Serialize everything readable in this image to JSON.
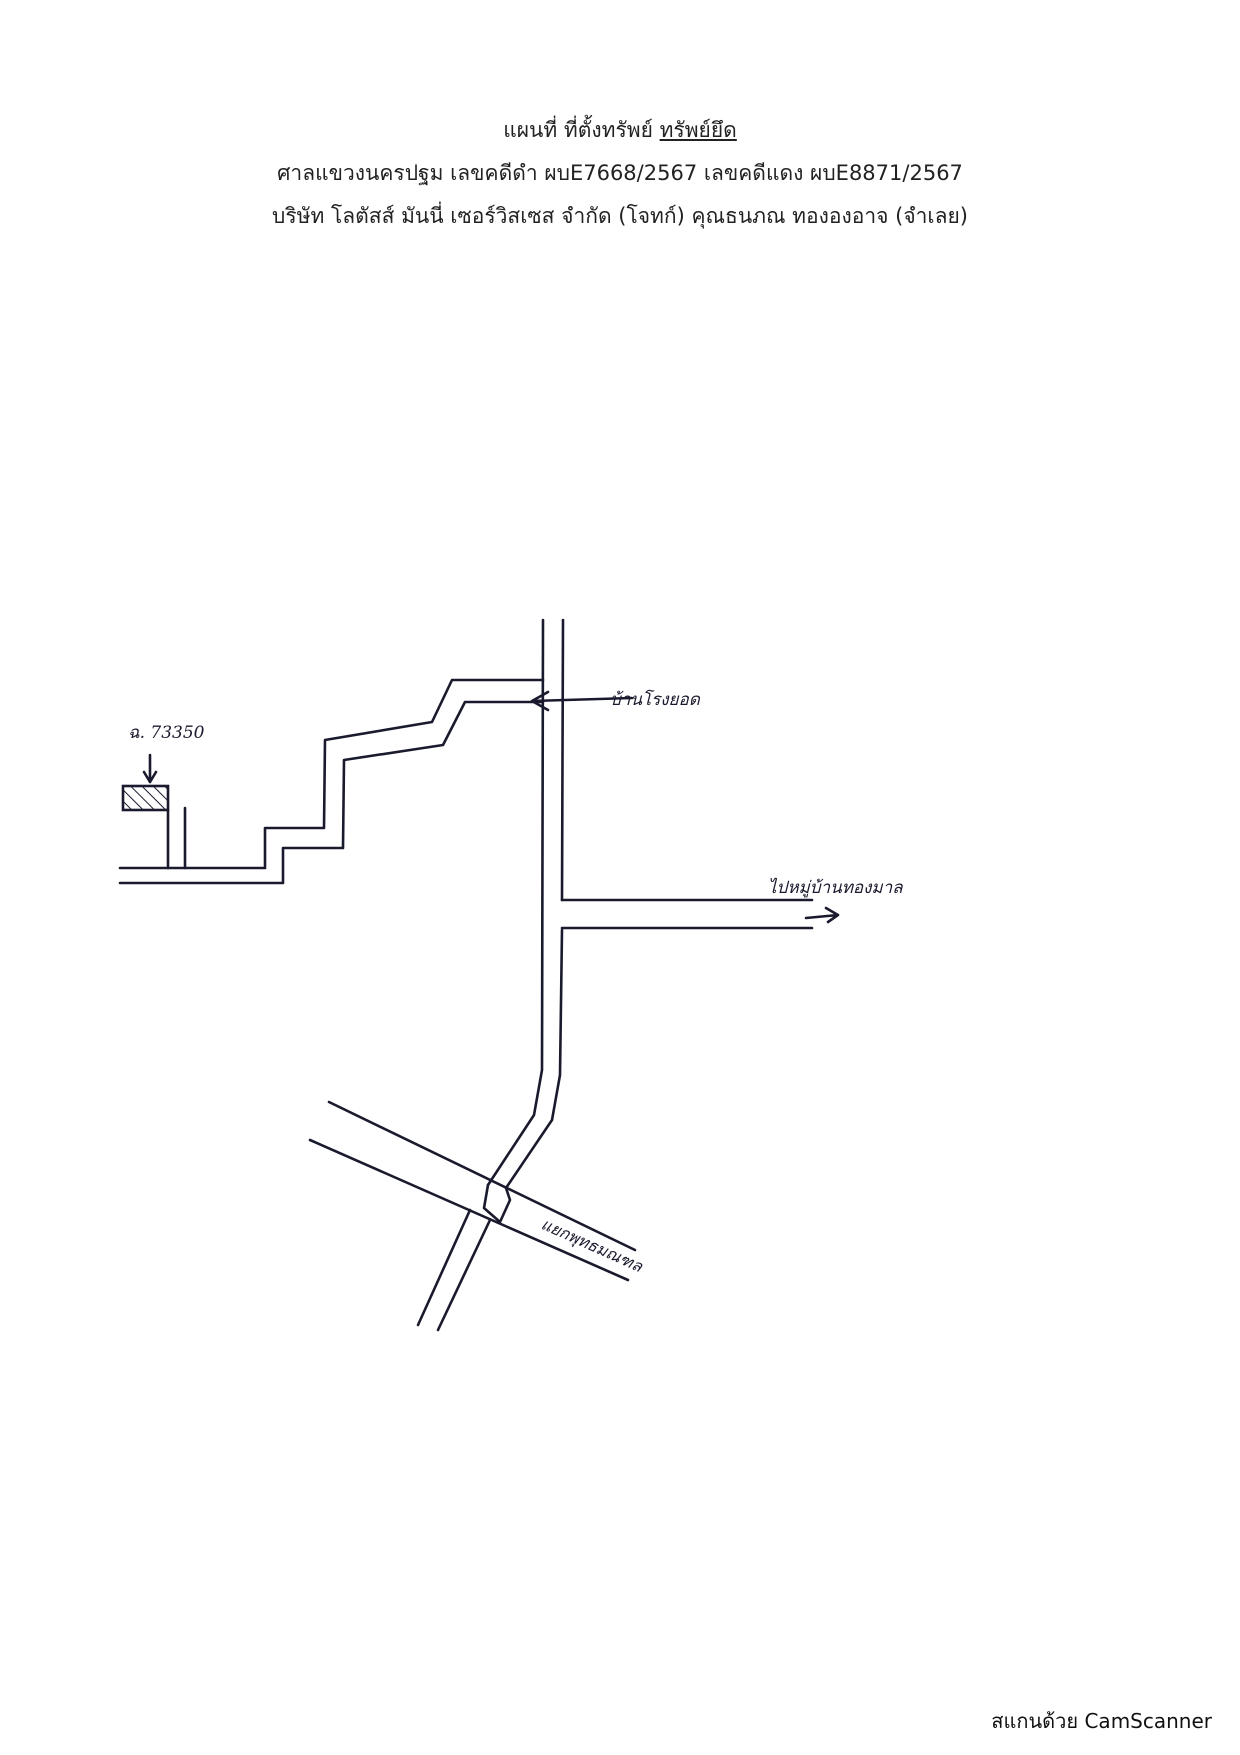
{
  "header": {
    "title_prefix": "แผนที่ ที่ตั้งทรัพย์",
    "title_underlined": "ทรัพย์ยึด",
    "case_line": "ศาลแขวงนครปฐม เลขคดีดำ ผบE7668/2567  เลขคดีแดง ผบE8871/2567",
    "parties_line": "บริษัท โลตัสส์ มันนี่ เซอร์วิสเซส จำกัด (โจทก์)  คุณธนภณ ทององอาจ (จำเลย)"
  },
  "map": {
    "labels": {
      "parcel": "ฉ. 73350",
      "landmark": "บ้านโรงยอด",
      "east_road": "ไปหมู่บ้านทองมาล",
      "main_road": "แยกพุทธมณฑล"
    },
    "colors": {
      "ink": "#1a1a2e",
      "hatch": "#1a1a2e"
    }
  },
  "footer": {
    "scanner": "สแกนด้วย CamScanner"
  }
}
